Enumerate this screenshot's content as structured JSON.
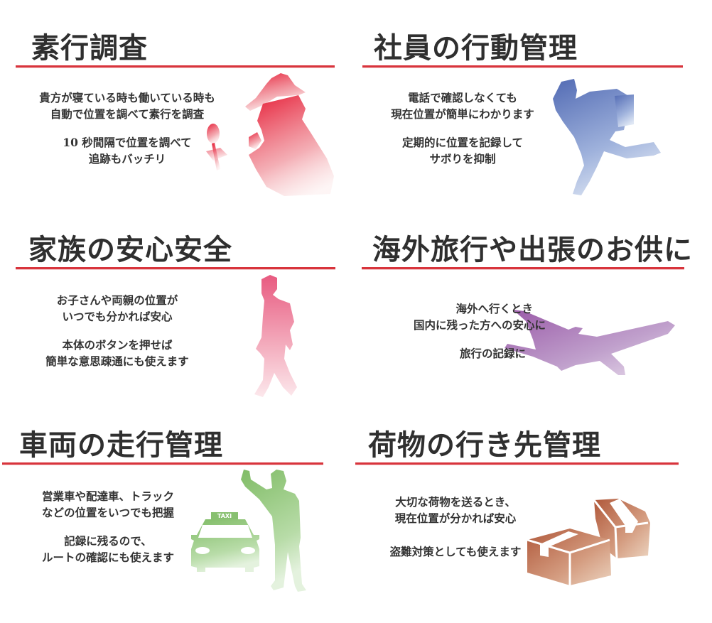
{
  "sections": [
    {
      "title": "素行調査",
      "paragraphs": [
        [
          "貴方が寝ている時も働いている時も",
          "自動で位置を調べて素行を調査"
        ],
        [
          "10 秒間隔で位置を調べて",
          "追跡もバッチリ"
        ]
      ],
      "illustration": "detective-silhouette-icon",
      "color": "#e8344a"
    },
    {
      "title": "社員の行動管理",
      "paragraphs": [
        [
          "電話で確認しなくても",
          "現在位置が簡単にわかります"
        ],
        [
          "定期的に位置を記録して",
          "サボりを抑制"
        ]
      ],
      "illustration": "running-businessman-icon",
      "color": "#5a72b8"
    },
    {
      "title": "家族の安心安全",
      "paragraphs": [
        [
          "お子さんや両親の位置が",
          "いつでも分かれば安心"
        ],
        [
          "本体のボタンを押せば",
          "簡単な意思疎通にも使えます"
        ]
      ],
      "illustration": "walking-child-icon",
      "color": "#e8587a"
    },
    {
      "title": "海外旅行や出張のお供に",
      "paragraphs": [
        [
          "海外へ行くとき",
          "国内に残った方への安心に"
        ],
        [
          "旅行の記録に"
        ]
      ],
      "illustration": "airplane-icon",
      "color": "#a066b0"
    },
    {
      "title": "車両の走行管理",
      "paragraphs": [
        [
          "営業車や配達車、トラック",
          "などの位置をいつでも把握"
        ],
        [
          "記録に残るので、",
          "ルートの確認にも使えます"
        ]
      ],
      "illustration": "taxi-and-man-icon",
      "taxi_sign": "TAXI",
      "color": "#88c070"
    },
    {
      "title": "荷物の行き先管理",
      "paragraphs": [
        [
          "大切な荷物を送るとき、",
          "現在位置が分かれば安心"
        ],
        [
          "盗難対策としても使えます"
        ]
      ],
      "illustration": "cardboard-boxes-icon",
      "color": "#b86a48"
    }
  ],
  "accent_rule_color": "#d8343c"
}
